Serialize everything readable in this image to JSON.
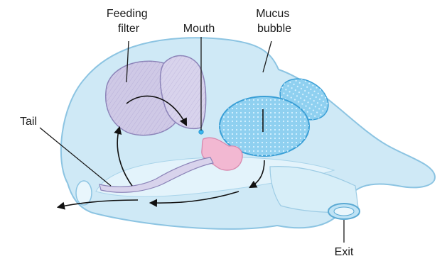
{
  "labels": {
    "feeding_filter": [
      "Feeding",
      "filter"
    ],
    "mouth": "Mouth",
    "mucus_bubble": [
      "Mucus",
      "bubble"
    ],
    "tail": "Tail",
    "exit": "Exit"
  },
  "colors": {
    "house_fill": "#cfe9f6",
    "house_edge": "#8cc4e2",
    "filter_fill": "#cfc9e6",
    "filter_edge": "#8b83b8",
    "bubble_fill": "#8fd0f0",
    "bubble_edge": "#3a9fd6",
    "gut_fill": "#f2b8d2",
    "label_text": "#1a1a1a",
    "arrow": "#111111"
  }
}
